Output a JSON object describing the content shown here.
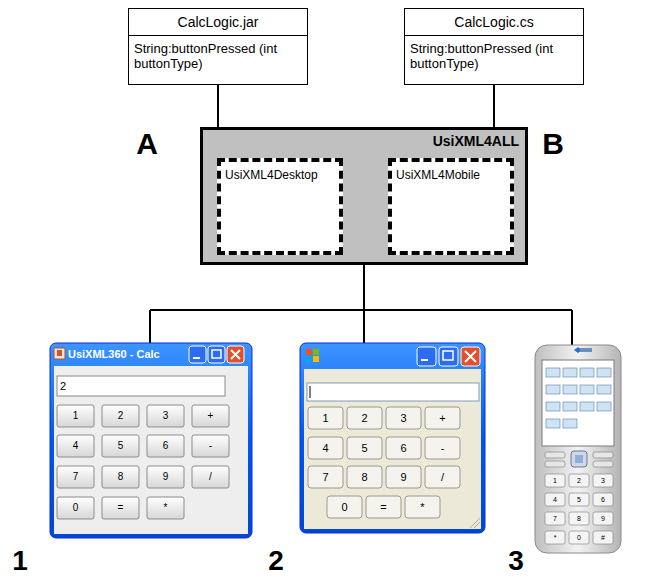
{
  "diagram": {
    "nodes": [
      {
        "text": [
          "CalcLogic.jar",
          "String:buttonPressed (int buttonType)"
        ]
      },
      {
        "text": [
          "CalcLogic.cs",
          "String:buttonPressed (int buttonType)"
        ]
      },
      {
        "text": [
          "UsiXML4ALL"
        ]
      },
      {
        "text": [
          "UsiXML4Desktop"
        ],
        "in": 2
      },
      {
        "text": [
          "UsiXML4Mobile"
        ],
        "in": 2
      }
    ],
    "edges": [
      {
        "from": 0,
        "to": 2,
        "arrow": "none"
      },
      {
        "from": 1,
        "to": 2,
        "arrow": "none"
      }
    ],
    "labels": [
      "A",
      "B",
      "UsiXML360 - Calc",
      "2",
      "1",
      "2",
      "3",
      "+",
      "4",
      "5",
      "6",
      "-",
      "7",
      "8",
      "9",
      "/",
      "0",
      "=",
      "*",
      "1",
      "2",
      "3",
      "+",
      "4",
      "5",
      "6",
      "-",
      "7",
      "8",
      "9",
      "/",
      "0",
      "=",
      "*",
      "1",
      "2",
      "3",
      "4",
      "5",
      "6",
      "7",
      "8",
      "9",
      "*",
      "0",
      "#",
      "1",
      "2",
      "3"
    ]
  }
}
